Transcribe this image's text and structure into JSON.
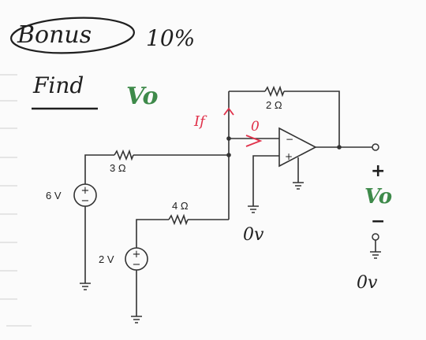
{
  "header": {
    "bonus": "Bonus",
    "percent": "10%",
    "find_word": "Find",
    "find_target": "Vo"
  },
  "circuit": {
    "source_6v": "6 V",
    "source_2v": "2 V",
    "r_3": "3 Ω",
    "r_4": "4 Ω",
    "r_2": "2 Ω",
    "plus_sign": "+",
    "minus_sign": "−",
    "opamp_minus": "−",
    "opamp_plus": "+"
  },
  "annotations": {
    "if_label": "If",
    "zero_current": "0",
    "zero_v_1": "0v",
    "zero_v_2": "0v",
    "out_plus": "+",
    "out_vo": "Vo",
    "out_minus": "−"
  },
  "colors": {
    "ink": "#1f1f1f",
    "green_ink": "#3e8a4a",
    "red_ink": "#e0314a",
    "wire": "#333333"
  }
}
